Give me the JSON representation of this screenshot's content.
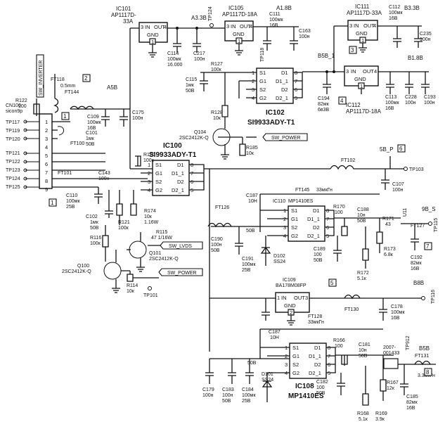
{
  "ics": {
    "ic101": {
      "ref": "IC101",
      "part": "AP1117D-",
      "part2": "33A",
      "in": "IN",
      "out": "OUT",
      "gnd": "GND",
      "p3": "3",
      "p4": "4",
      "p1": "1"
    },
    "ic105": {
      "ref": "IC105",
      "part": "AP1117D-18A",
      "in": "IN",
      "out": "OUT",
      "gnd": "GND",
      "p3": "3",
      "p4": "4",
      "p1": "1"
    },
    "ic111": {
      "ref": "IC111",
      "part": "AP1117D-33A",
      "in": "IN",
      "out": "OUT",
      "gnd": "GND",
      "p3": "3",
      "p4": "4",
      "p1": "1"
    },
    "ic112": {
      "ref": "IC112",
      "part": "AP1117D-18A",
      "in": "IN",
      "out": "OUT",
      "gnd": "GND",
      "p3": "3",
      "p4": "4",
      "p1": "1"
    },
    "ic102": {
      "ref": "IC102",
      "part": "SI9933ADY-T1",
      "pins": [
        "S1",
        "G1",
        "S2",
        "G2",
        "D1",
        "D1_1",
        "D2",
        "D2_1"
      ],
      "nums": [
        "1",
        "2",
        "3",
        "4",
        "8",
        "7",
        "6",
        "5"
      ]
    },
    "ic100": {
      "ref": "IC100",
      "part": "SI9933ADY-T1",
      "pins": [
        "S1",
        "G1",
        "S2",
        "G2",
        "D1",
        "D1_1",
        "D2",
        "D2_1"
      ],
      "nums": [
        "1",
        "2",
        "3",
        "4",
        "8",
        "7",
        "6",
        "5"
      ]
    },
    "ic110": {
      "ref": "IC110",
      "part": "MP1410ES",
      "pins": [
        "S1",
        "G1",
        "S2",
        "G2",
        "D1",
        "D1_1",
        "D2",
        "D2_1"
      ],
      "nums": [
        "1",
        "2",
        "3",
        "4",
        "8",
        "7",
        "6",
        "5"
      ]
    },
    "ic108": {
      "ref": "IC108",
      "part": "MP1410ES",
      "pins": [
        "S1",
        "G1",
        "S2",
        "G2",
        "D1",
        "D1_1",
        "D2",
        "D2_1"
      ],
      "nums": [
        "1",
        "2",
        "3",
        "4",
        "8",
        "7",
        "6",
        "5"
      ]
    },
    "ic109": {
      "ref": "IC109",
      "part": "BA178M08FP",
      "in": "IN",
      "out": "OUT",
      "gnd": "GND",
      "p1": "1",
      "p3": "3",
      "p2": "2"
    }
  },
  "nets": {
    "a33b": "A3.3B",
    "a18b": "A1.8B",
    "b33b": "B3.3B",
    "b5b1": "B5B_1",
    "b18b": "B1.8B",
    "a5b": "A5B",
    "b5p": "5B_P",
    "b9bs": "9B_S",
    "b8b": "B8B",
    "b5b": "B5B",
    "sw_inverter": "SW_INVERTER",
    "sw_power": "SW_POWER",
    "sw_power2": "SW_POWER",
    "sw_lvds": "SW_LVDS"
  },
  "testpoints": [
    "TP117",
    "TP119",
    "TP120",
    "TP121",
    "TP122",
    "TP123",
    "TP124",
    "TP125",
    "TP124",
    "TP118",
    "TP103",
    "TP115",
    "TP116",
    "TP101",
    "TP912"
  ],
  "connector": {
    "ref": "CN100",
    "part": "sicon9p",
    "pins": [
      "1",
      "2",
      "3",
      "4",
      "5",
      "6",
      "7",
      "8",
      "9"
    ]
  },
  "markers": [
    "1",
    "2",
    "3",
    "4",
    "5",
    "6",
    "7",
    "8",
    "1"
  ],
  "components": {
    "c114": [
      "C114",
      "100мк",
      "16.000"
    ],
    "c217": [
      "C217",
      "100н"
    ],
    "c111": [
      "C111",
      "100мк",
      "16В"
    ],
    "c163": [
      "C163",
      "100н"
    ],
    "c112": [
      "C112",
      "100мк",
      "16В"
    ],
    "c235": [
      "C235",
      "100н"
    ],
    "c113": [
      "C113",
      "100мк",
      "16В"
    ],
    "c228": [
      "C228",
      "100н"
    ],
    "c193": [
      "C193",
      "100н"
    ],
    "c194": [
      "C194",
      "82мк",
      "6в3В"
    ],
    "c115": [
      "C115",
      "1мк",
      "50В"
    ],
    "c109": [
      "C109",
      "100мк",
      "16В"
    ],
    "c175": [
      "C175",
      "100н"
    ],
    "c101": [
      "C101",
      "1мк",
      "50В"
    ],
    "c143": [
      "C143",
      "100н"
    ],
    "c110": [
      "C110",
      "100мк",
      "25В"
    ],
    "c102": [
      "C102",
      "1мк",
      "50В"
    ],
    "c107": [
      "C107",
      "100н"
    ],
    "c187": [
      "C187",
      "10Н"
    ],
    "c188": [
      "C188",
      "10н",
      "50В"
    ],
    "c190": [
      "C190",
      "100н",
      "50В"
    ],
    "c191": [
      "C191",
      "100мк",
      "25В"
    ],
    "c189": [
      "C189",
      "100",
      "50В"
    ],
    "c192": [
      "C192",
      "82мк",
      "16В"
    ],
    "c178": [
      "C178",
      "100мк",
      "16В"
    ],
    "c187b": [
      "C187",
      "10Н"
    ],
    "c181": [
      "C181",
      "10н",
      "50В"
    ],
    "c182": [
      "C182",
      "100",
      "50В"
    ],
    "c179": [
      "C179",
      "100н"
    ],
    "c183": [
      "C183",
      "100н",
      "50В"
    ],
    "c184": [
      "C184",
      "100мк",
      "25В"
    ],
    "c185": [
      "C185",
      "82мк",
      "16В"
    ],
    "r122": [
      "R122",
      "100"
    ],
    "r127": [
      "R127",
      "100к"
    ],
    "r128": [
      "R128",
      "10к"
    ],
    "r185": [
      "R185",
      "10к"
    ],
    "r120": [
      "R120",
      "100к"
    ],
    "r121": [
      "R121",
      "100к"
    ],
    "r174": [
      "R174",
      "10к",
      "1.16W"
    ],
    "r115": [
      "R115",
      "47 1/16W"
    ],
    "r116": [
      "R116",
      "100к"
    ],
    "r114": [
      "R114",
      "10к"
    ],
    "r170": [
      "R170",
      "100"
    ],
    "r171": [
      "R171",
      "43"
    ],
    "r173": [
      "R173",
      "6.8к"
    ],
    "r172": [
      "R172",
      "5.1к"
    ],
    "r166": [
      "R166",
      "100"
    ],
    "r167": [
      "R167",
      "12к"
    ],
    "r168": [
      "R168",
      "5.1к"
    ],
    "r169": [
      "R169",
      "3.9к"
    ],
    "q104": [
      "Q104",
      "2SC2412K-Q"
    ],
    "q101": [
      "Q101",
      "2SC2412K-Q"
    ],
    "q100": [
      "Q100",
      "2SC2412K-Q"
    ],
    "d102": [
      "D102",
      "SS24"
    ],
    "d101": [
      "D101",
      "SS24"
    ],
    "ft118": [
      "FT118",
      "0.5mm"
    ],
    "ft144": [
      "FT144"
    ],
    "ft100": [
      "FT100"
    ],
    "ft101": [
      "FT101"
    ],
    "ft102": [
      "FT102"
    ],
    "ft145": [
      "FT145",
      "33мкГн"
    ],
    "ft126": [
      "FT126"
    ],
    "ft127": [
      "FT127"
    ],
    "ft130": [
      "FT130"
    ],
    "ft128": [
      "FT128",
      "33мкГн"
    ],
    "ft131": [
      "FT131",
      "3.3мкГн"
    ],
    "u11": [
      "U11"
    ],
    "l2007": [
      "2007-",
      "001433"
    ]
  }
}
